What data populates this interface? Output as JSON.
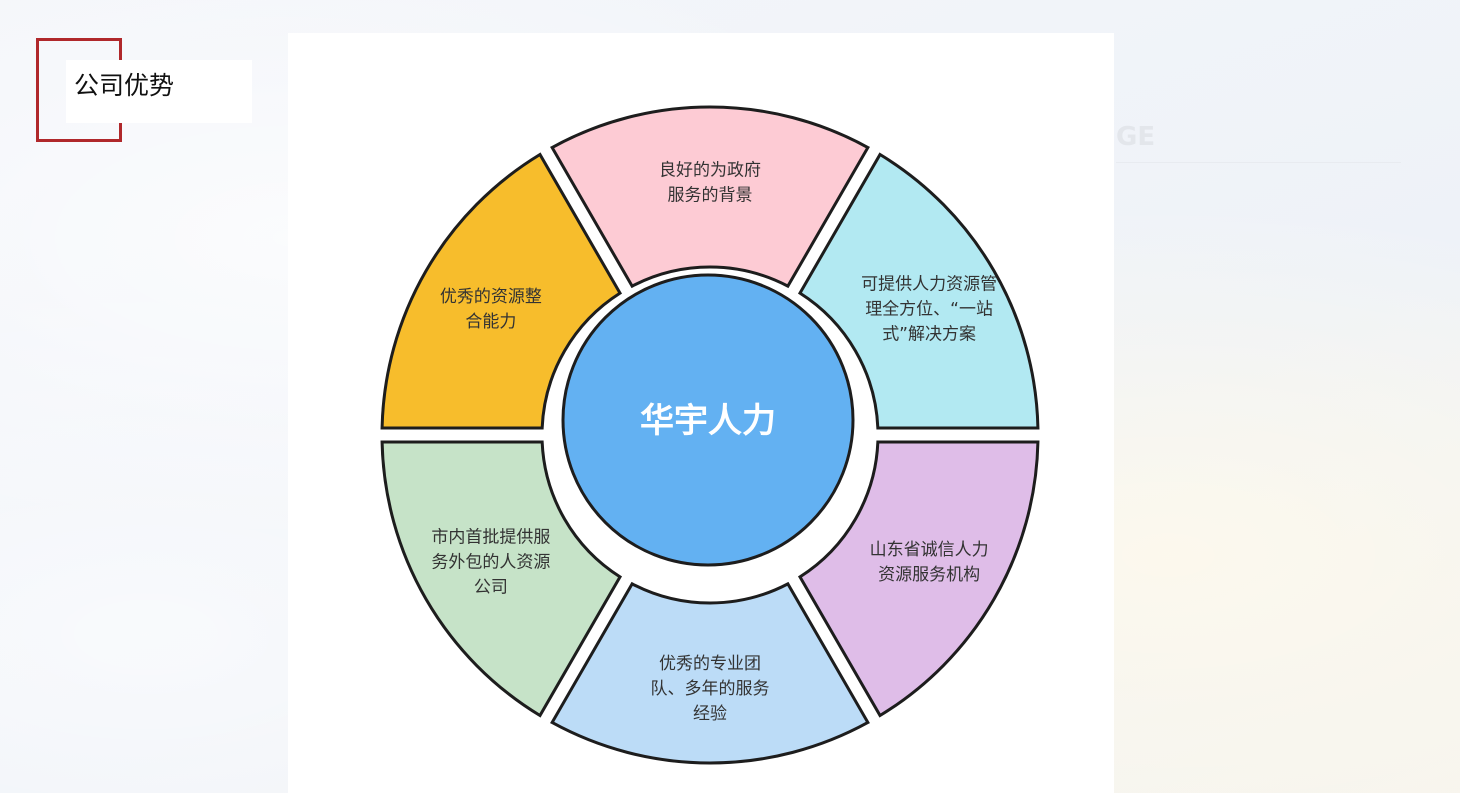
{
  "slide": {
    "title": "公司优势",
    "ghost_heading": "GE"
  },
  "diagram": {
    "center": {
      "label": "华宇人力",
      "color": "#63b1f2"
    },
    "segments": [
      {
        "lines": [
          "良好的为政府",
          "服务的背景"
        ],
        "color": "#fdcbd4"
      },
      {
        "lines": [
          "可提供人力资源管",
          "理全方位、“一站",
          "式”解决方案"
        ],
        "color": "#b2e9f2"
      },
      {
        "lines": [
          "山东省诚信人力",
          "资源服务机构"
        ],
        "color": "#dfbde8"
      },
      {
        "lines": [
          "优秀的专业团",
          "队、多年的服务",
          "经验"
        ],
        "color": "#bcdcf7"
      },
      {
        "lines": [
          "市内首批提供服",
          "务外包的人资源",
          "公司"
        ],
        "color": "#c6e3c8"
      },
      {
        "lines": [
          "优秀的资源整",
          "合能力"
        ],
        "color": "#f7bd2c"
      }
    ]
  }
}
